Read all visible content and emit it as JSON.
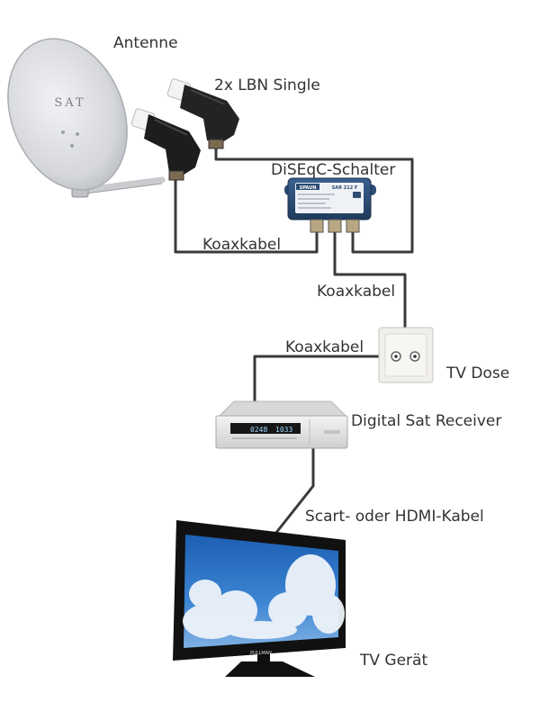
{
  "labels": {
    "antenne": "Antenne",
    "lnb": "2x LBN Single",
    "diseqc": "DiSEqC-Schalter",
    "koax1": "Koaxkabel",
    "koax2": "Koaxkabel",
    "koax3": "Koaxkabel",
    "dose": "TV Dose",
    "receiver": "Digital Sat Receiver",
    "hdmi": "Scart- oder HDMI-Kabel",
    "tv": "TV Gerät"
  },
  "device_text": {
    "dish_logo": "SAT",
    "switch_brand": "SPAUN",
    "switch_model": "SAR 212 F",
    "receiver_display_1": "0248",
    "receiver_display_2": "1033",
    "tv_brand": "PULLMAN"
  },
  "colors": {
    "cable": "#3a3a3a",
    "text": "#333333",
    "dish": "#d9dbdf",
    "lnb_body": "#222222",
    "switch_body": "#2c4c73",
    "receiver_body": "#e8e8e8",
    "tv_frame": "#111111",
    "sky": "#2e73c6"
  }
}
